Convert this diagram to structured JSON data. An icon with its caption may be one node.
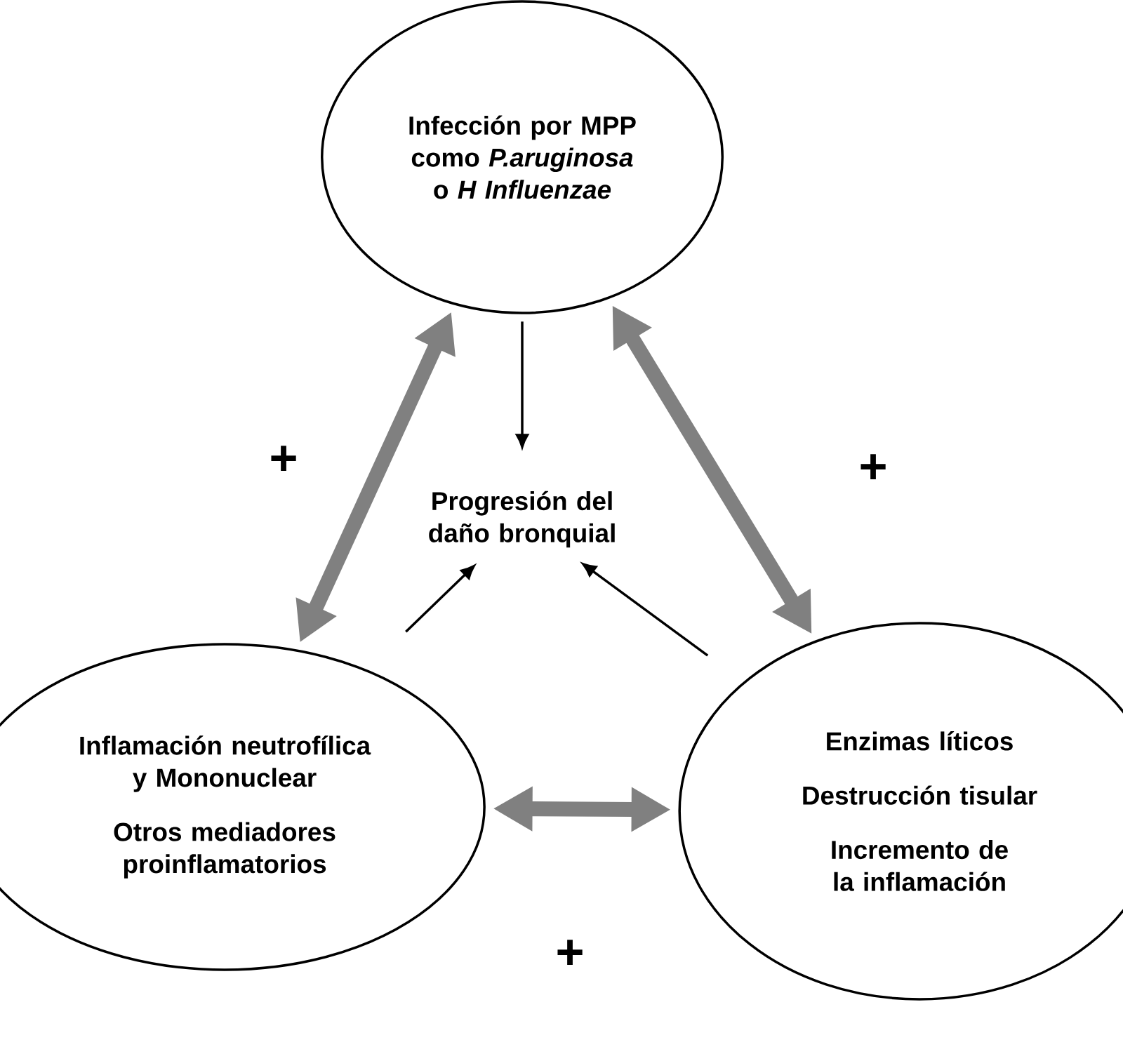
{
  "diagram": {
    "nodes": [
      {
        "text": [
          "Infección por MPP como *P.aruginosa* o *H Influenzae*"
        ]
      },
      {
        "text": [
          "Inflamación neutrofílica y Mononuclear",
          "Otros mediadores proinflamatorios"
        ]
      },
      {
        "text": [
          "Enzimas líticos",
          "Destrucción tisular",
          "Incremento de la inflamación"
        ]
      },
      {
        "text": [
          "Progresión del daño bronquial"
        ]
      }
    ],
    "edges": [
      {
        "from": 0,
        "to": 3,
        "arrow": "to"
      },
      {
        "from": 1,
        "to": 3,
        "arrow": "to"
      },
      {
        "from": 2,
        "to": 3,
        "arrow": "to"
      },
      {
        "from": 0,
        "to": 1,
        "arrow": "both",
        "style": "thick",
        "color": "#808080"
      },
      {
        "from": 0,
        "to": 2,
        "arrow": "both",
        "style": "thick",
        "color": "#808080"
      },
      {
        "from": 1,
        "to": 2,
        "arrow": "both",
        "style": "thick",
        "color": "#808080"
      }
    ],
    "labels": [
      "+",
      "+",
      "+"
    ]
  }
}
